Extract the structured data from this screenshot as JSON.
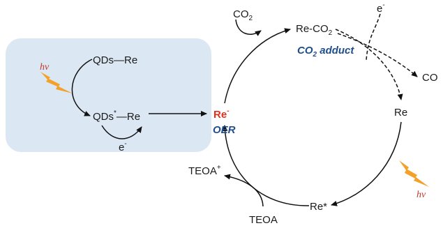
{
  "colors": {
    "panel": "#dbe8f4",
    "red_label": "#e0301e",
    "blue_label": "#1f4e8c",
    "lightning": "#f4a12a",
    "hv_text": "#c0392b"
  },
  "panel": {
    "qds_re": "QDs—Re",
    "qds_star_re_main": "QDs",
    "qds_star_re_sup": "*",
    "qds_star_re_tail": "—Re",
    "electron_e": "e",
    "electron_minus": "-",
    "hv": "hv",
    "lightning_icon": "lightning-bolt"
  },
  "cycle": {
    "re_minus_main": "Re",
    "re_minus_sup": "-",
    "oer": "OER",
    "co2_top_main": "CO",
    "co2_top_sub": "2",
    "re_co2_main": "Re-CO",
    "re_co2_sub": "2",
    "co2_adduct_main": "CO",
    "co2_adduct_sub": "2",
    "co2_adduct_tail": " adduct",
    "electron_e": "e",
    "electron_minus": "-",
    "co_out": "CO",
    "re": "Re",
    "re_star": "Re*",
    "teoa_plus_main": "TEOA",
    "teoa_plus_sup": "+",
    "teoa": "TEOA",
    "hv": "hv",
    "lightning_icon": "lightning-bolt"
  }
}
